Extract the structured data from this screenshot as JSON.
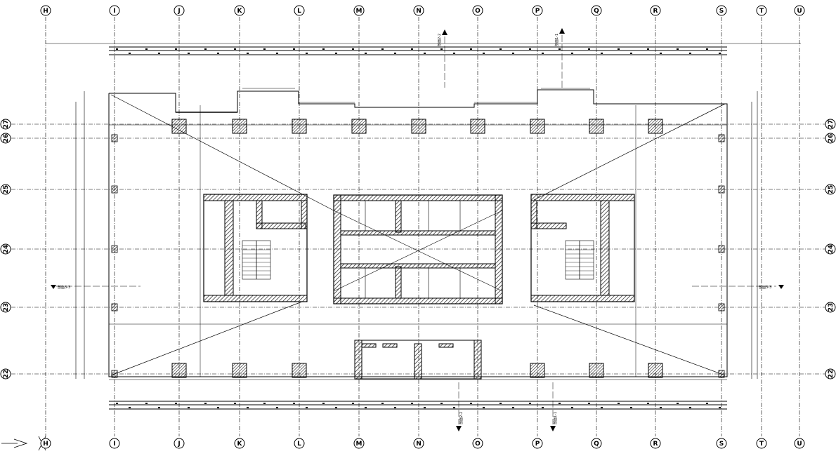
{
  "drawing": {
    "grid_columns": [
      "H",
      "I",
      "J",
      "K",
      "L",
      "M",
      "N",
      "O",
      "P",
      "Q",
      "R",
      "S",
      "T",
      "U"
    ],
    "grid_rows": [
      "27",
      "26",
      "25",
      "24",
      "23",
      "22"
    ],
    "section_marks": {
      "top_left": "剖面2-2",
      "top_right": "剖面1-1",
      "bottom_left": "剖面2-2",
      "bottom_right": "剖面1-1",
      "left": "剖面3-3",
      "right": "剖面3-3"
    },
    "colors": {
      "line": "#000000",
      "hatch": "#555555",
      "paper": "#ffffff"
    }
  }
}
